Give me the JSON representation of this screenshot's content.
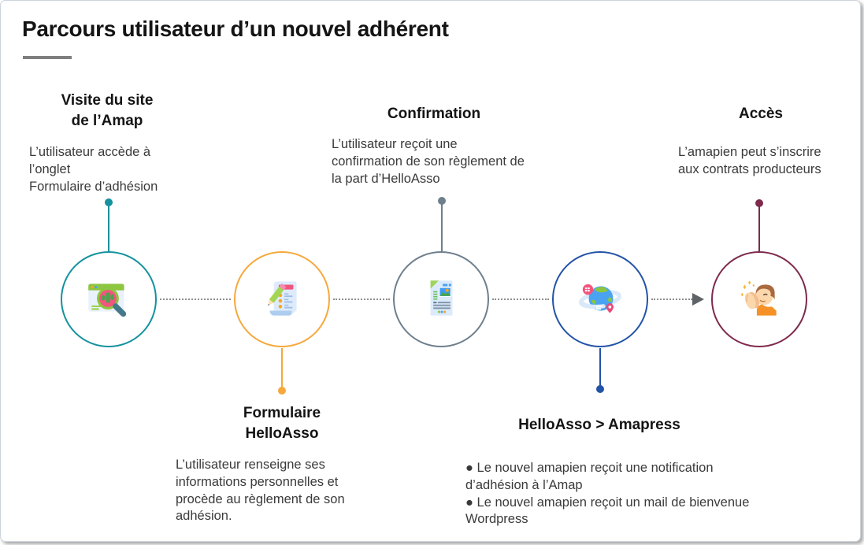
{
  "page": {
    "title": "Parcours utilisateur d’un nouvel adhérent"
  },
  "connectors": {
    "style": "dotted",
    "line_color": "#8f8f8f",
    "arrow_color": "#5f6368"
  },
  "steps": [
    {
      "id": "visite-site-amap",
      "title": "Visite du site\nde l’Amap",
      "body": "L’utilisateur accède à\nl’onglet\nFormulaire d’adhésion",
      "color": "#14929e",
      "icon": "website-search-icon",
      "label_position": "top"
    },
    {
      "id": "formulaire-helloasso",
      "title": "Formulaire\nHelloAsso",
      "body": "L’utilisateur renseigne ses\ninformations personnelles et\nprocède au règlement de son\nadhésion.",
      "color": "#f6a83c",
      "icon": "form-pencil-icon",
      "label_position": "bottom"
    },
    {
      "id": "confirmation",
      "title": "Confirmation",
      "body": "L’utilisateur reçoit une\nconfirmation de son règlement de\nla part d’HelloAsso",
      "color": "#6e7f8d",
      "icon": "receipt-document-icon",
      "label_position": "top"
    },
    {
      "id": "helloasso-amapress",
      "title": "HelloAsso > Amapress",
      "body": "● Le nouvel amapien reçoit une notification\nd’adhésion à l’Amap\n● Le nouvel amapien reçoit un mail de bienvenue\nWordpress",
      "color": "#2353a8",
      "icon": "globe-sync-icon",
      "label_position": "bottom"
    },
    {
      "id": "acces",
      "title": "Accès",
      "body": "L’amapien peut s’inscrire\naux contrats producteurs",
      "color": "#7e2a4d",
      "icon": "welcome-person-icon",
      "label_position": "top"
    }
  ]
}
